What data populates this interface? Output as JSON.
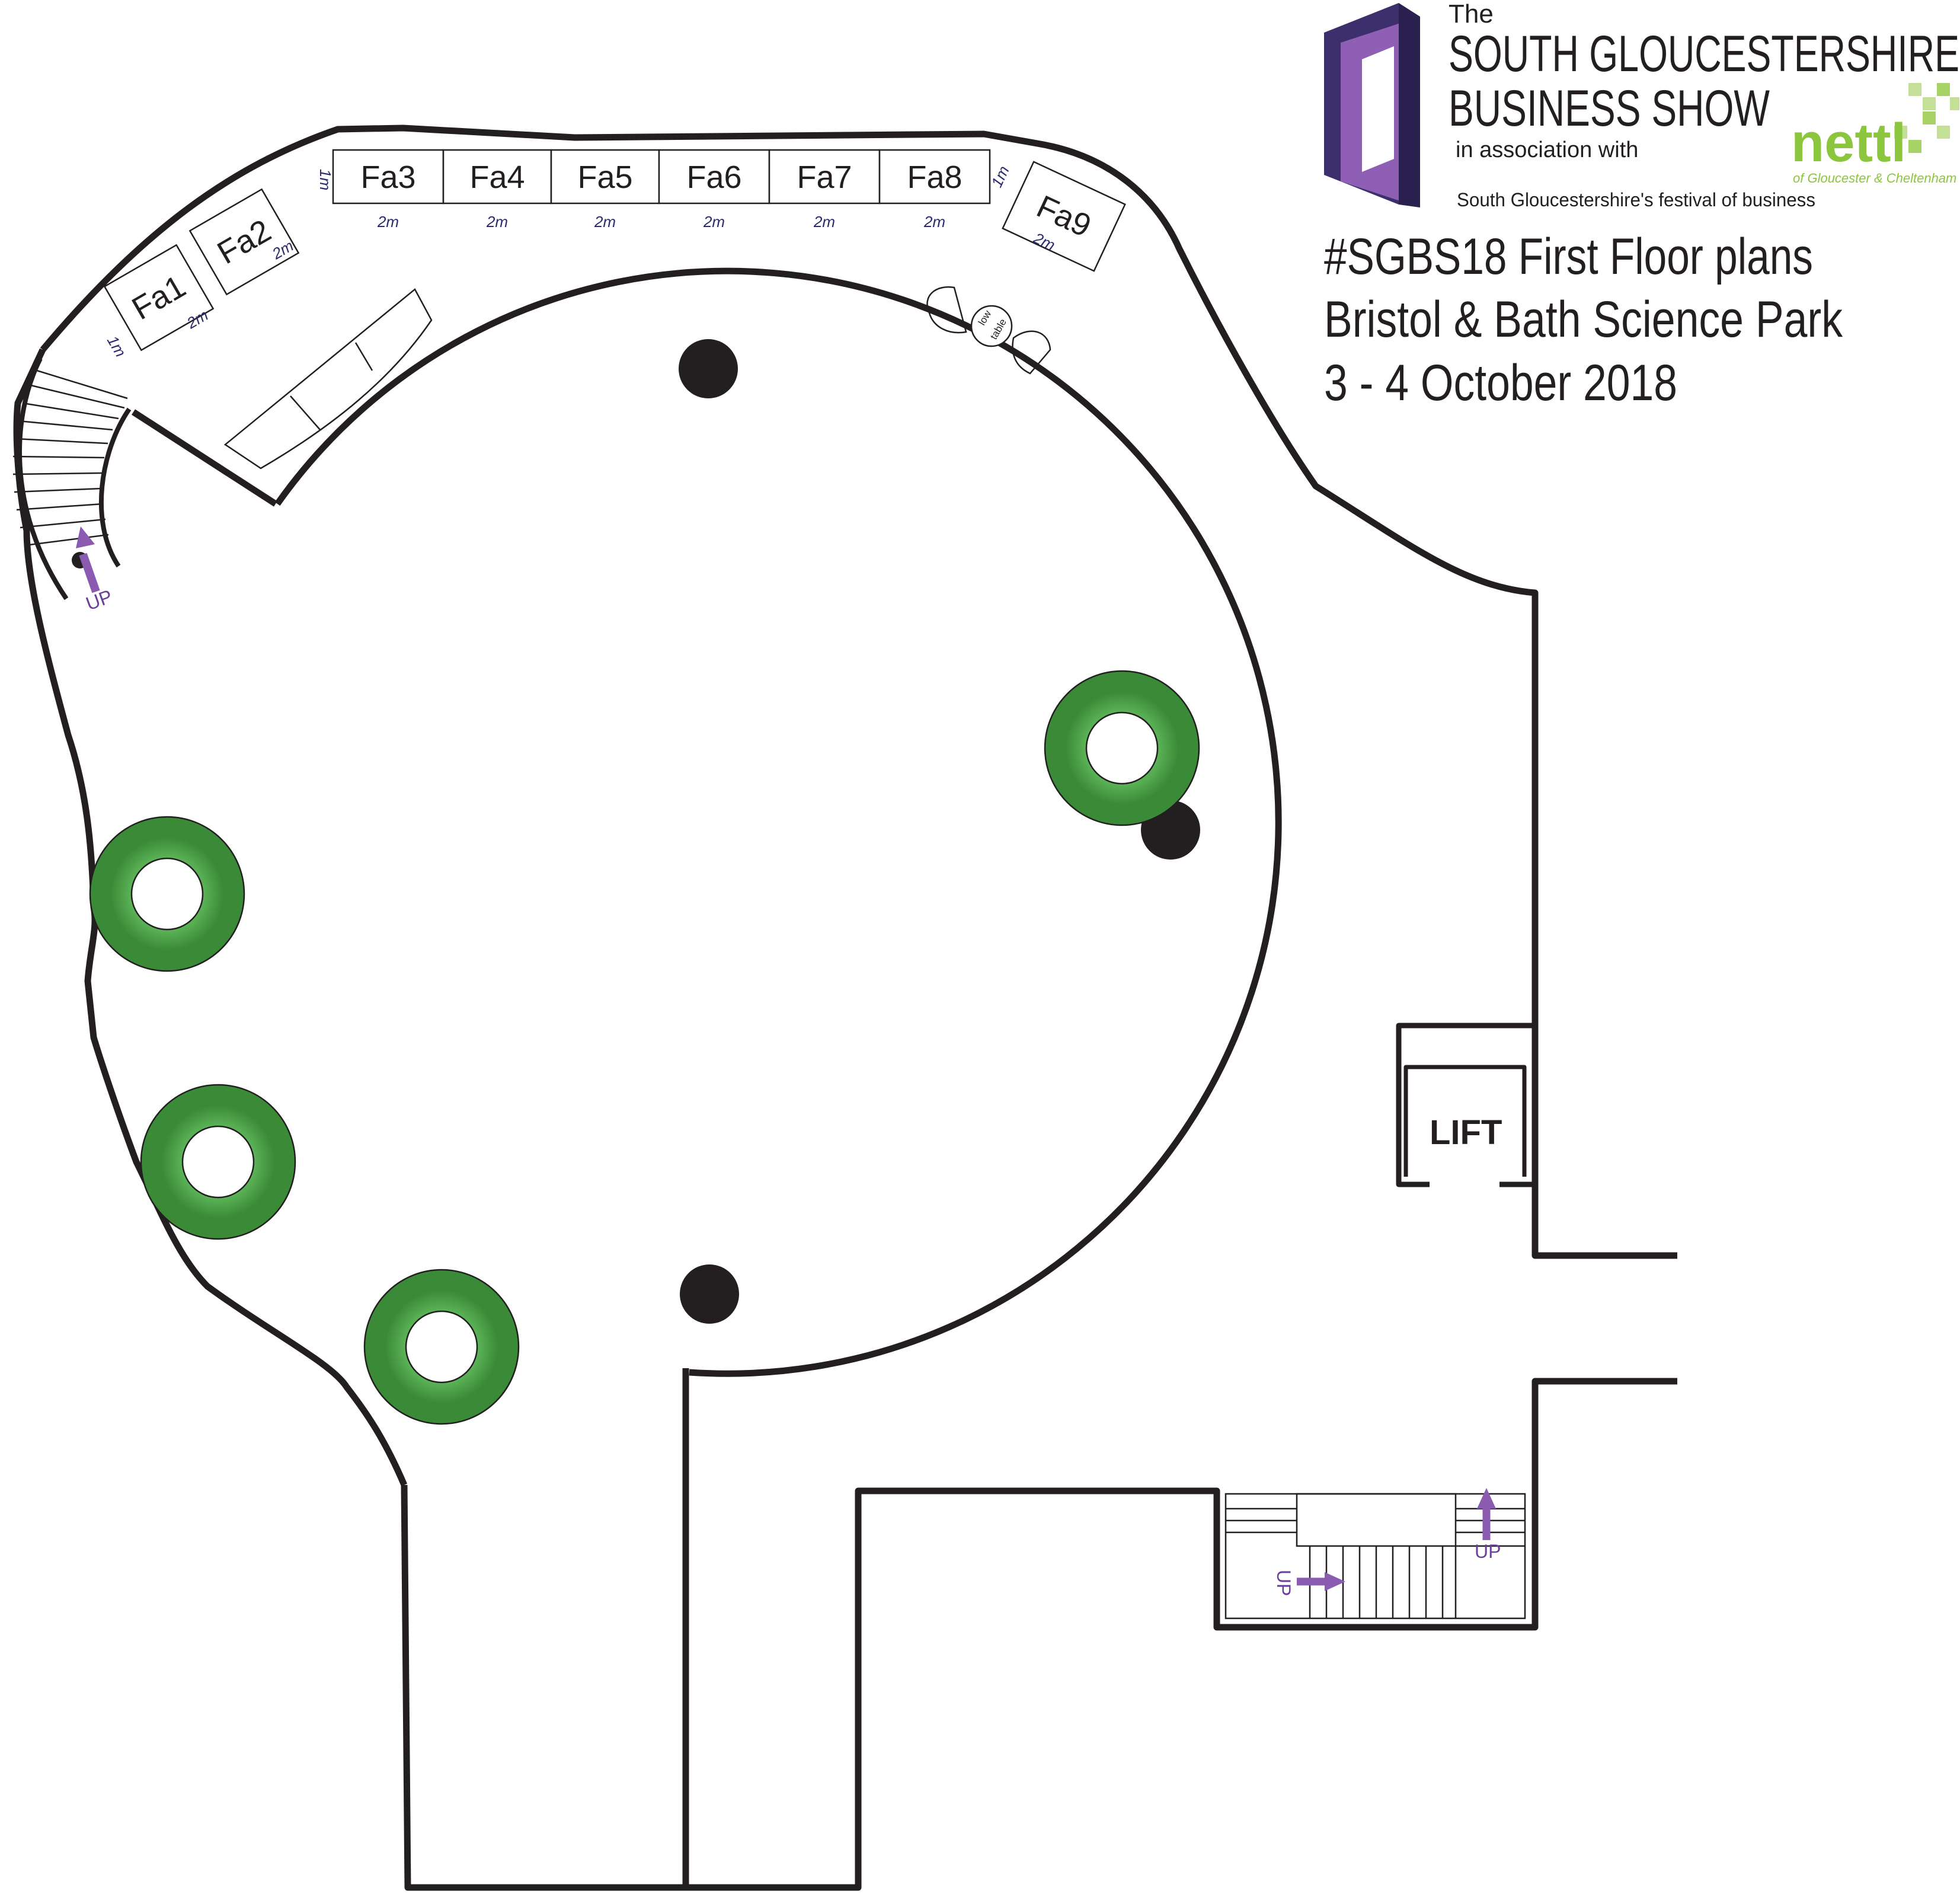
{
  "header": {
    "the": "The",
    "show_line1": "SOUTH GLOUCESTERSHIRE",
    "show_line2": "BUSINESS SHOW",
    "association": "in association with",
    "tagline": "South Gloucestershire's festival of business",
    "sponsor_name": "nettl",
    "sponsor_sub": "of Gloucester & Cheltenham",
    "line1": "#SGBS18 First Floor plans",
    "line2": "Bristol & Bath Science Park",
    "line3": "3 - 4 October 2018"
  },
  "stands": [
    {
      "id": "Fa1",
      "width": "2m",
      "depth": "1m"
    },
    {
      "id": "Fa2",
      "width": "2m"
    },
    {
      "id": "Fa3",
      "width": "2m",
      "depth": "1m"
    },
    {
      "id": "Fa4",
      "width": "2m"
    },
    {
      "id": "Fa5",
      "width": "2m"
    },
    {
      "id": "Fa6",
      "width": "2m"
    },
    {
      "id": "Fa7",
      "width": "2m"
    },
    {
      "id": "Fa8",
      "width": "2m"
    },
    {
      "id": "Fa9",
      "width": "2m",
      "depth": "1m"
    }
  ],
  "labels": {
    "up": "UP",
    "lift": "LIFT",
    "low_table_1": "low",
    "low_table_2": "table"
  },
  "colors": {
    "wall": "#231f20",
    "arrow": "#8a5bb0",
    "logo_dark": "#3d2f6b",
    "logo_light": "#8e5fb5",
    "planter": "#5fb85a",
    "nettl_green": "#8cc63f"
  },
  "icons": [
    "pillar-icon",
    "planter-icon",
    "staircase-icon",
    "up-arrow-icon",
    "chair-icon",
    "lift-icon"
  ]
}
